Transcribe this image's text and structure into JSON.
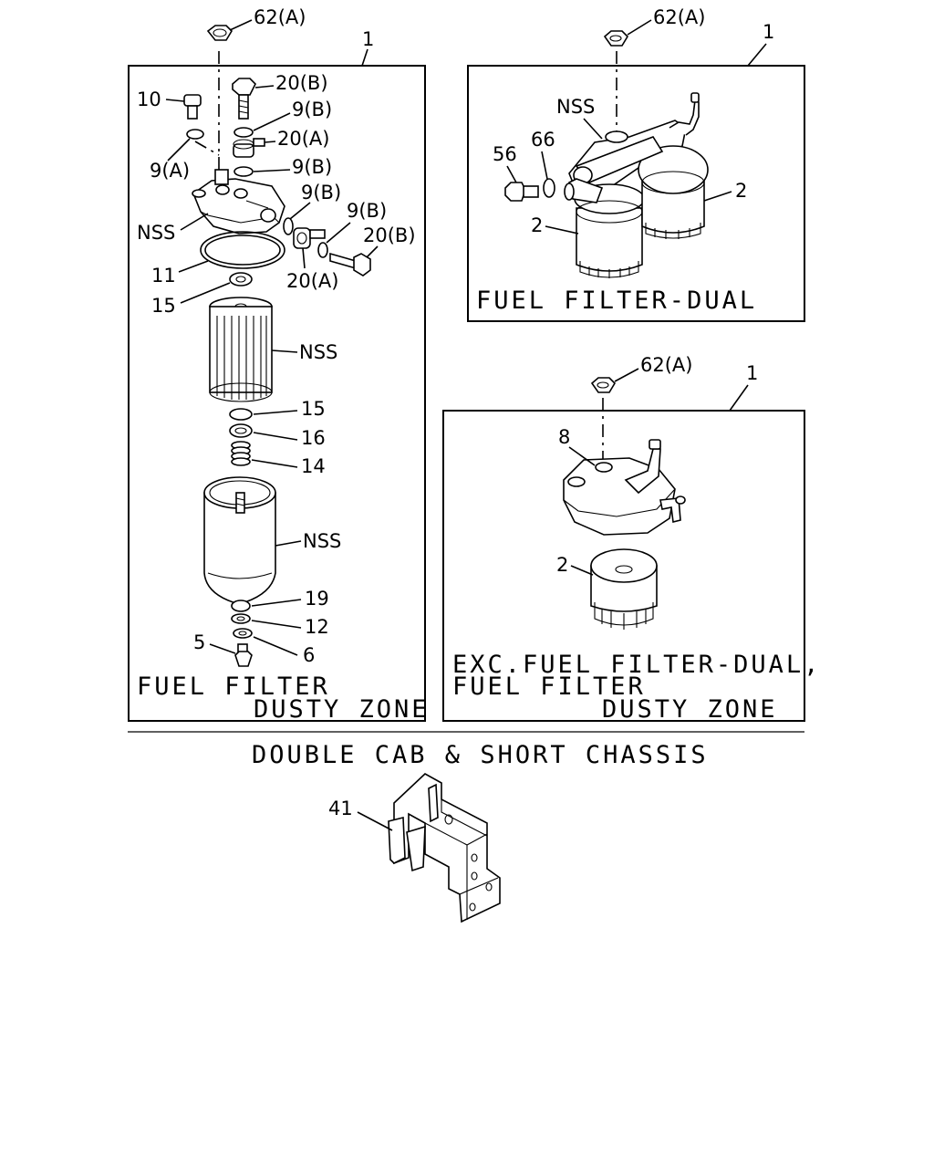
{
  "panels": {
    "fuel_filter": {
      "assembly_callout": "1",
      "caption_line1": "FUEL FILTER",
      "caption_line2": "DUSTY ZONE",
      "callouts": {
        "nut": "62(A)",
        "bolt_top": "20(B)",
        "plug_10": "10",
        "washer_9b_1": "9(B)",
        "eyebolt_20a": "20(A)",
        "washer_9b_2": "9(B)",
        "washer_9a": "9(A)",
        "washer_9b_3": "9(B)",
        "washer_9b_4": "9(B)",
        "bolt_right": "20(B)",
        "head_nss": "NSS",
        "eyebolt_20a_low": "20(A)",
        "oring_11": "11",
        "seal_15_top": "15",
        "element_nss": "NSS",
        "seal_15_low": "15",
        "ring_16": "16",
        "spring_14": "14",
        "bowl_nss": "NSS",
        "seal_19": "19",
        "ring_12": "12",
        "plug_5": "5",
        "washer_6": "6"
      }
    },
    "dual": {
      "assembly_callout": "1",
      "caption": "FUEL FILTER-DUAL",
      "callouts": {
        "nut": "62(A)",
        "nss": "NSS",
        "bolt_56": "56",
        "washer_66": "66",
        "element_left": "2",
        "element_right": "2"
      }
    },
    "exc": {
      "assembly_callout": "1",
      "caption_line1": "EXC.FUEL FILTER-DUAL,",
      "caption_line2": "FUEL FILTER",
      "caption_line3": "DUSTY ZONE",
      "callouts": {
        "nut": "62(A)",
        "head_8": "8",
        "element_2": "2"
      }
    }
  },
  "section_title": "DOUBLE CAB & SHORT CHASSIS",
  "bracket_callout": "41"
}
